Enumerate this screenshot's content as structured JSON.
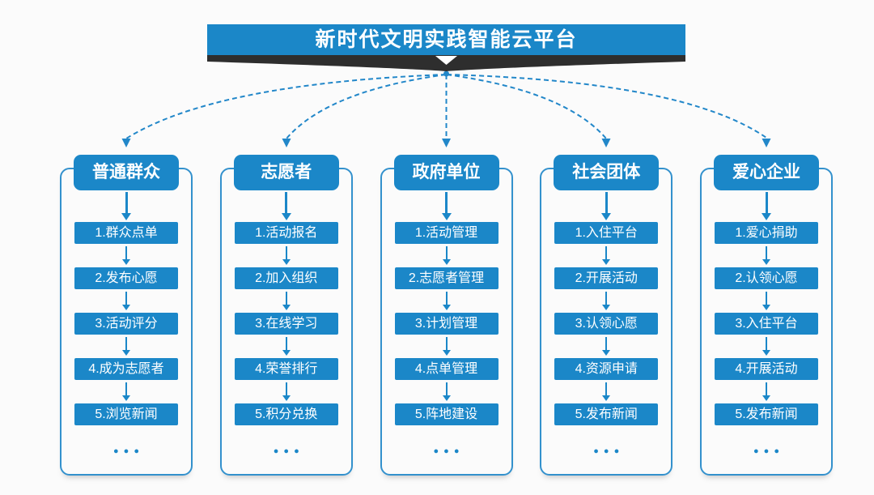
{
  "title": "新时代文明实践智能云平台",
  "ellipsis": "●●●",
  "columns": [
    {
      "header": "普通群众",
      "items": [
        "1.群众点单",
        "2.发布心愿",
        "3.活动评分",
        "4.成为志愿者",
        "5.浏览新闻"
      ]
    },
    {
      "header": "志愿者",
      "items": [
        "1.活动报名",
        "2.加入组织",
        "3.在线学习",
        "4.荣誉排行",
        "5.积分兑换"
      ]
    },
    {
      "header": "政府单位",
      "items": [
        "1.活动管理",
        "2.志愿者管理",
        "3.计划管理",
        "4.点单管理",
        "5.阵地建设"
      ]
    },
    {
      "header": "社会团体",
      "items": [
        "1.入住平台",
        "2.开展活动",
        "3.认领心愿",
        "4.资源申请",
        "5.发布新闻"
      ]
    },
    {
      "header": "爱心企业",
      "items": [
        "1.爱心捐助",
        "2.认领心愿",
        "3.入住平台",
        "4.开展活动",
        "5.发布新闻"
      ]
    }
  ],
  "colors": {
    "primary_blue": "#1b87c8",
    "outline_blue": "#3391cd",
    "dashed_blue": "#2287c9",
    "ribbon_dark": "#2e2e2e",
    "text_on_blue": "#ffffff",
    "background": "#fbfbfb"
  }
}
